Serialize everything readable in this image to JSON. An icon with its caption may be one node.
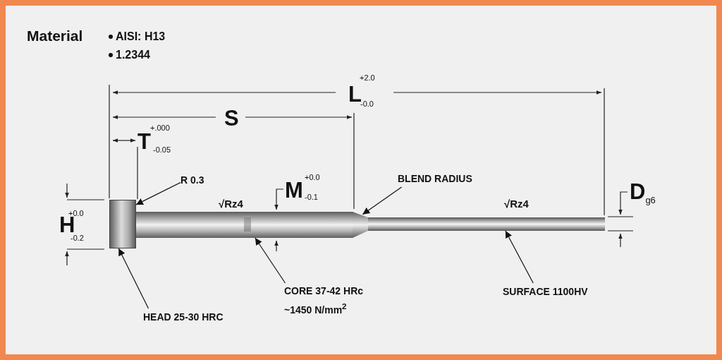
{
  "diagram": {
    "nodes": [
      {
        "text": [
          "R 0.3"
        ]
      },
      {
        "text": [
          "BLEND RADIUS"
        ]
      },
      {
        "text": [
          "HEAD 25-30 HRC"
        ]
      },
      {
        "text": [
          "CORE 37-42 HRc ~1450 N/mm$^{2}$"
        ]
      },
      {
        "text": [
          "SURFACE 1100HV"
        ]
      },
      {
        "text": [],
        "shape": "picture"
      },
      {
        "text": [],
        "shape": "picture"
      },
      {
        "text": [],
        "shape": "picture"
      },
      {
        "text": [],
        "shape": "picture"
      }
    ],
    "edges": [
      {
        "from": 0,
        "to": 5,
        "arrow": "to"
      },
      {
        "from": 1,
        "to": 7,
        "arrow": "to"
      },
      {
        "from": 2,
        "to": 5,
        "arrow": "to"
      },
      {
        "from": 3,
        "to": 6,
        "arrow": "to"
      },
      {
        "from": 4,
        "to": 8,
        "arrow": "to"
      }
    ],
    "labels": [
      "Material",
      "AISI: H13",
      "1.2344",
      "+2.0",
      "L",
      "-0.0",
      "S",
      "+.000",
      "T",
      "-0.05",
      "√Rz4",
      "+0.0",
      "M",
      "-0.1",
      "+0.0",
      "H",
      "-0.2",
      "√Rz4",
      "D$_{g6}$"
    ]
  }
}
